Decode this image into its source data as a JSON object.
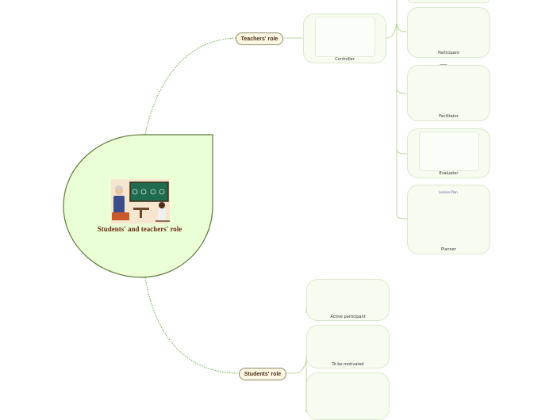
{
  "central": {
    "title": "Students' and teachers' role"
  },
  "branches": {
    "teachers": {
      "label": "Teachers' role",
      "children": [
        {
          "label": "Controller",
          "image": "camera-icon"
        }
      ],
      "sub_children": [
        {
          "label": "Participant",
          "image": "classroom-photo"
        },
        {
          "label": "Facilitator",
          "image": "target-illustration"
        },
        {
          "label": "Evaluator",
          "image": "camera-icon"
        },
        {
          "label": "Planner",
          "image": "lesson-plan-sheet"
        }
      ]
    },
    "students": {
      "label": "Students' role",
      "children": [
        {
          "label": "Active participant",
          "image": "raised-hands-photo"
        },
        {
          "label": "To be motivated",
          "image": "rocket-hand-illustration"
        },
        {
          "label": "",
          "image": "child-writing-photo"
        }
      ]
    }
  },
  "colors": {
    "central_fill": "#eaffd6",
    "central_stroke": "#5f7a3c",
    "connector": "#6aa843",
    "card_fill": "#f6fcf0",
    "pill_fill": "#fdf7e3"
  },
  "plan_sheet": {
    "title": "Lesson Plan"
  }
}
